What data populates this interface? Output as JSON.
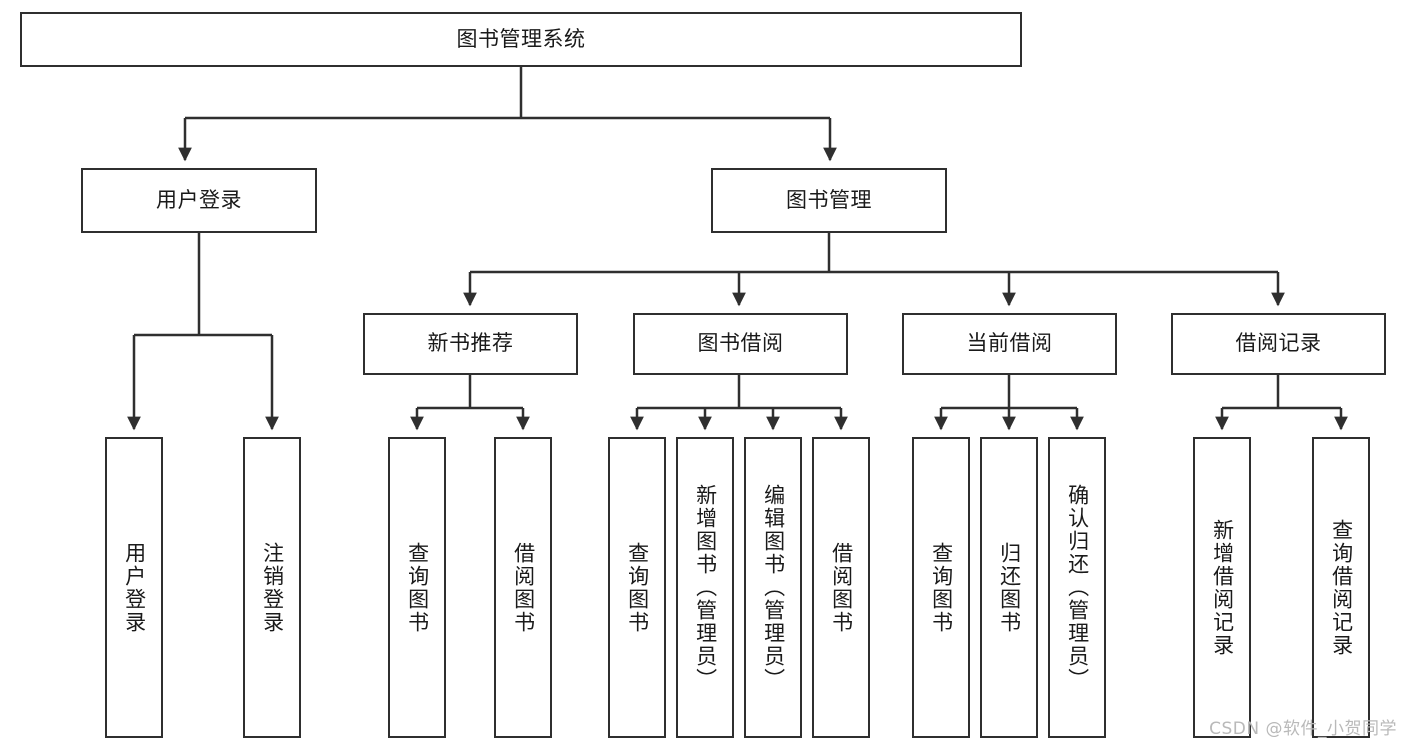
{
  "diagram": {
    "title": "图书管理系统",
    "watermark": "CSDN @软件_小贺同学",
    "style": {
      "stroke": "#2f2f2f",
      "background": "#ffffff",
      "text": "#1a1a1a",
      "watermark_color": "#b9b9b9"
    },
    "levels": {
      "root": {
        "label": "图书管理系统"
      },
      "level2": [
        {
          "label": "用户登录"
        },
        {
          "label": "图书管理"
        }
      ],
      "level3": [
        {
          "label": "新书推荐"
        },
        {
          "label": "图书借阅"
        },
        {
          "label": "当前借阅"
        },
        {
          "label": "借阅记录"
        }
      ]
    },
    "leaves": {
      "user_login": [
        {
          "label": "用户登录"
        },
        {
          "label": "注销登录"
        }
      ],
      "new_book_recommend": [
        {
          "label": "查询图书"
        },
        {
          "label": "借阅图书"
        }
      ],
      "book_borrow": [
        {
          "label": "查询图书"
        },
        {
          "label": "新增图书（管理员）"
        },
        {
          "label": "编辑图书（管理员）"
        },
        {
          "label": "借阅图书"
        }
      ],
      "current_borrow": [
        {
          "label": "查询图书"
        },
        {
          "label": "归还图书"
        },
        {
          "label": "确认归还（管理员）"
        }
      ],
      "borrow_records": [
        {
          "label": "新增借阅记录"
        },
        {
          "label": "查询借阅记录"
        }
      ]
    }
  }
}
